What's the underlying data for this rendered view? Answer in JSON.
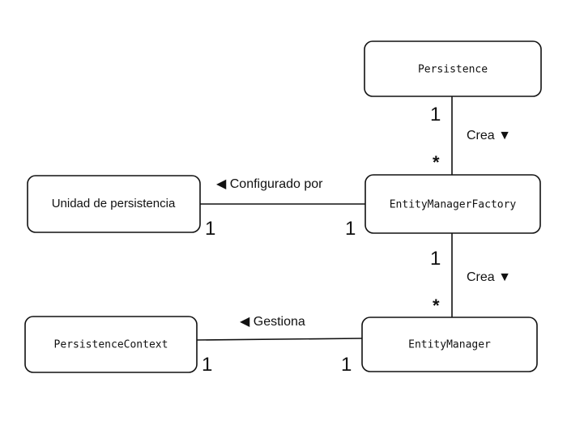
{
  "classes": {
    "persistence": "Persistence",
    "unidad": "Unidad de persistencia",
    "emf": "EntityManagerFactory",
    "context": "PersistenceContext",
    "em": "EntityManager"
  },
  "associations": {
    "persistence_emf": {
      "label": "Crea ▼",
      "mult_source": "1",
      "mult_target": "*"
    },
    "unidad_emf": {
      "label": "◀ Configurado por",
      "mult_source": "1",
      "mult_target": "1"
    },
    "emf_em": {
      "label": "Crea ▼",
      "mult_source": "1",
      "mult_target": "*"
    },
    "context_em": {
      "label": "◀ Gestiona",
      "mult_source": "1",
      "mult_target": "1"
    }
  }
}
